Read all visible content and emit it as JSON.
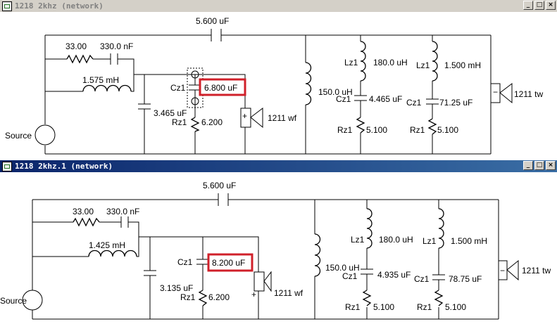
{
  "windows": [
    {
      "title": "1218 2khz (network)",
      "state": "inactive",
      "buttons": [
        "_",
        "□",
        "×"
      ],
      "labels": {
        "c_series_main": "5.600 uF",
        "r_zobel_top": "33.00",
        "c_zobel_top": "330.0 nF",
        "l_woofer": "1.575 mH",
        "c_woofer_shunt": "3.465 uF",
        "cz_label": "Cz1",
        "cz_value": "6.800 uF",
        "rz_label": "Rz1",
        "rz_value": "6.200",
        "woofer": "1211 wf",
        "source": "Source",
        "l_tw_shunt": "150.0 uH",
        "lz1_a": "Lz1",
        "lz1_a_value": "180.0 uH",
        "cz1_a": "Cz1",
        "cz1_a_value": "4.465 uF",
        "rz1_a": "Rz1",
        "rz1_a_value": "5.100",
        "lz1_b": "Lz1",
        "lz1_b_value": "1.500 mH",
        "cz1_b": "Cz1",
        "cz1_b_value": "71.25 uF",
        "rz1_b": "Rz1",
        "rz1_b_value": "5.100",
        "tweeter": "1211 tw",
        "minus": "−",
        "plus": "+"
      }
    },
    {
      "title": "1218 2khz.1 (network)",
      "state": "active",
      "buttons": [
        "_",
        "□",
        "×"
      ],
      "labels": {
        "c_series_main": "5.600 uF",
        "r_zobel_top": "33.00",
        "c_zobel_top": "330.0 nF",
        "l_woofer": "1.425 mH",
        "c_woofer_shunt": "3.135 uF",
        "cz_label": "Cz1",
        "cz_value": "8.200 uF",
        "rz_label": "Rz1",
        "rz_value": "6.200",
        "woofer": "1211 wf",
        "source": "Source",
        "l_tw_shunt": "150.0 uH",
        "lz1_a": "Lz1",
        "lz1_a_value": "180.0 uH",
        "cz1_a": "Cz1",
        "cz1_a_value": "4.935 uF",
        "rz1_a": "Rz1",
        "rz1_a_value": "5.100",
        "lz1_b": "Lz1",
        "lz1_b_value": "1.500 mH",
        "cz1_b": "Cz1",
        "cz1_b_value": "78.75 uF",
        "rz1_b": "Rz1",
        "rz1_b_value": "5.100",
        "tweeter": "1211 tw",
        "minus": "−",
        "plus": "+"
      }
    }
  ],
  "colors": {
    "highlight": "#d0202a",
    "active_title": "#0a246a",
    "inactive_title": "#d4d0c8"
  }
}
